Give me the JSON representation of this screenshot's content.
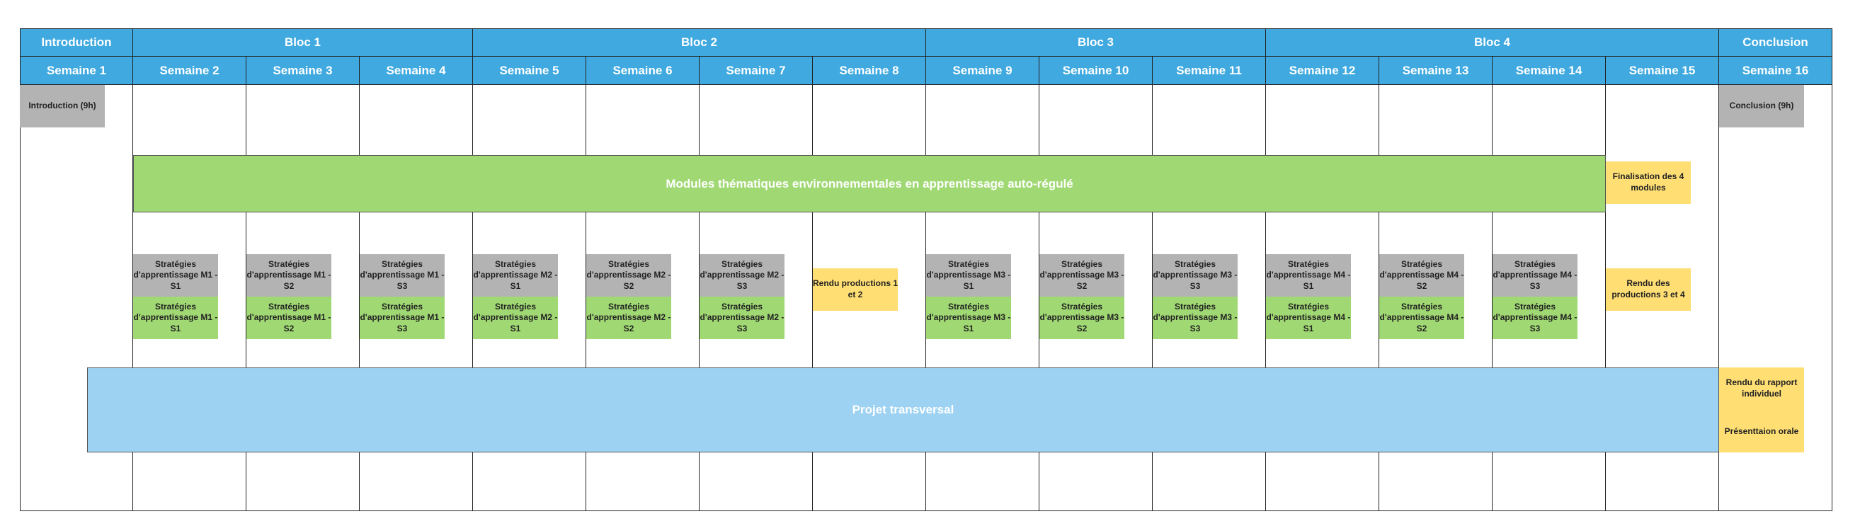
{
  "blocks": [
    {
      "label": "Introduction"
    },
    {
      "label": "Bloc  1"
    },
    {
      "label": "Bloc  2"
    },
    {
      "label": "Bloc  3"
    },
    {
      "label": "Bloc  4"
    },
    {
      "label": "Conclusion"
    }
  ],
  "weeks": [
    "Semaine 1",
    "Semaine 2",
    "Semaine 3",
    "Semaine 4",
    "Semaine 5",
    "Semaine 6",
    "Semaine 7",
    "Semaine 8",
    "Semaine 9",
    "Semaine 10",
    "Semaine 11",
    "Semaine 12",
    "Semaine 13",
    "Semaine 14",
    "Semaine 15",
    "Semaine 16"
  ],
  "intro_box": "Introduction (9h)",
  "conclusion_box": "Conclusion (9h)",
  "modules_band": "Modules thématiques environnementales en apprentissage auto-régulé",
  "finalisation_box": "Finalisation des 4 modules",
  "project_band": "Projet transversal",
  "rendu_12": "Rendu productions 1 et 2",
  "rendu_34": "Rendu des productions 3 et 4",
  "rapport_box": "Rendu du rapport individuel",
  "presentation_box": "Présenttaion orale",
  "strategies": [
    {
      "week": 2,
      "gray": "Stratégies d'apprentissage M1 - S1",
      "green": "Stratégies d'apprentissage M1 - S1"
    },
    {
      "week": 3,
      "gray": "Stratégies d'apprentissage M1 - S2",
      "green": "Stratégies d'apprentissage M1 - S2"
    },
    {
      "week": 4,
      "gray": "Stratégies d'apprentissage M1 - S3",
      "green": "Stratégies d'apprentissage M1 - S3"
    },
    {
      "week": 5,
      "gray": "Stratégies d'apprentissage M2 - S1",
      "green": "Stratégies d'apprentissage M2 - S1"
    },
    {
      "week": 6,
      "gray": "Stratégies d'apprentissage M2 - S2",
      "green": "Stratégies d'apprentissage M2 - S2"
    },
    {
      "week": 7,
      "gray": "Stratégies d'apprentissage M2 - S3",
      "green": "Stratégies d'apprentissage M2 - S3"
    },
    {
      "week": 9,
      "gray": "Stratégies d'apprentissage M3 - S1",
      "green": "Stratégies d'apprentissage M3 - S1"
    },
    {
      "week": 10,
      "gray": "Stratégies d'apprentissage M3 - S2",
      "green": "Stratégies d'apprentissage M3 - S2"
    },
    {
      "week": 11,
      "gray": "Stratégies d'apprentissage M3 - S3",
      "green": "Stratégies d'apprentissage M3 - S3"
    },
    {
      "week": 12,
      "gray": "Stratégies d'apprentissage M4 - S1",
      "green": "Stratégies d'apprentissage M4 - S1"
    },
    {
      "week": 13,
      "gray": "Stratégies d'apprentissage M4 - S2",
      "green": "Stratégies d'apprentissage M4 - S2"
    },
    {
      "week": 14,
      "gray": "Stratégies d'apprentissage M4 - S3",
      "green": "Stratégies d'apprentissage M4 - S3"
    }
  ],
  "colors": {
    "header": "#3fa9e0",
    "modules_band": "#a0d873",
    "project_band": "#9dd2f2",
    "gray_box": "#b3b3b3",
    "green_box": "#a0d873",
    "yellow_box": "#ffde74"
  }
}
